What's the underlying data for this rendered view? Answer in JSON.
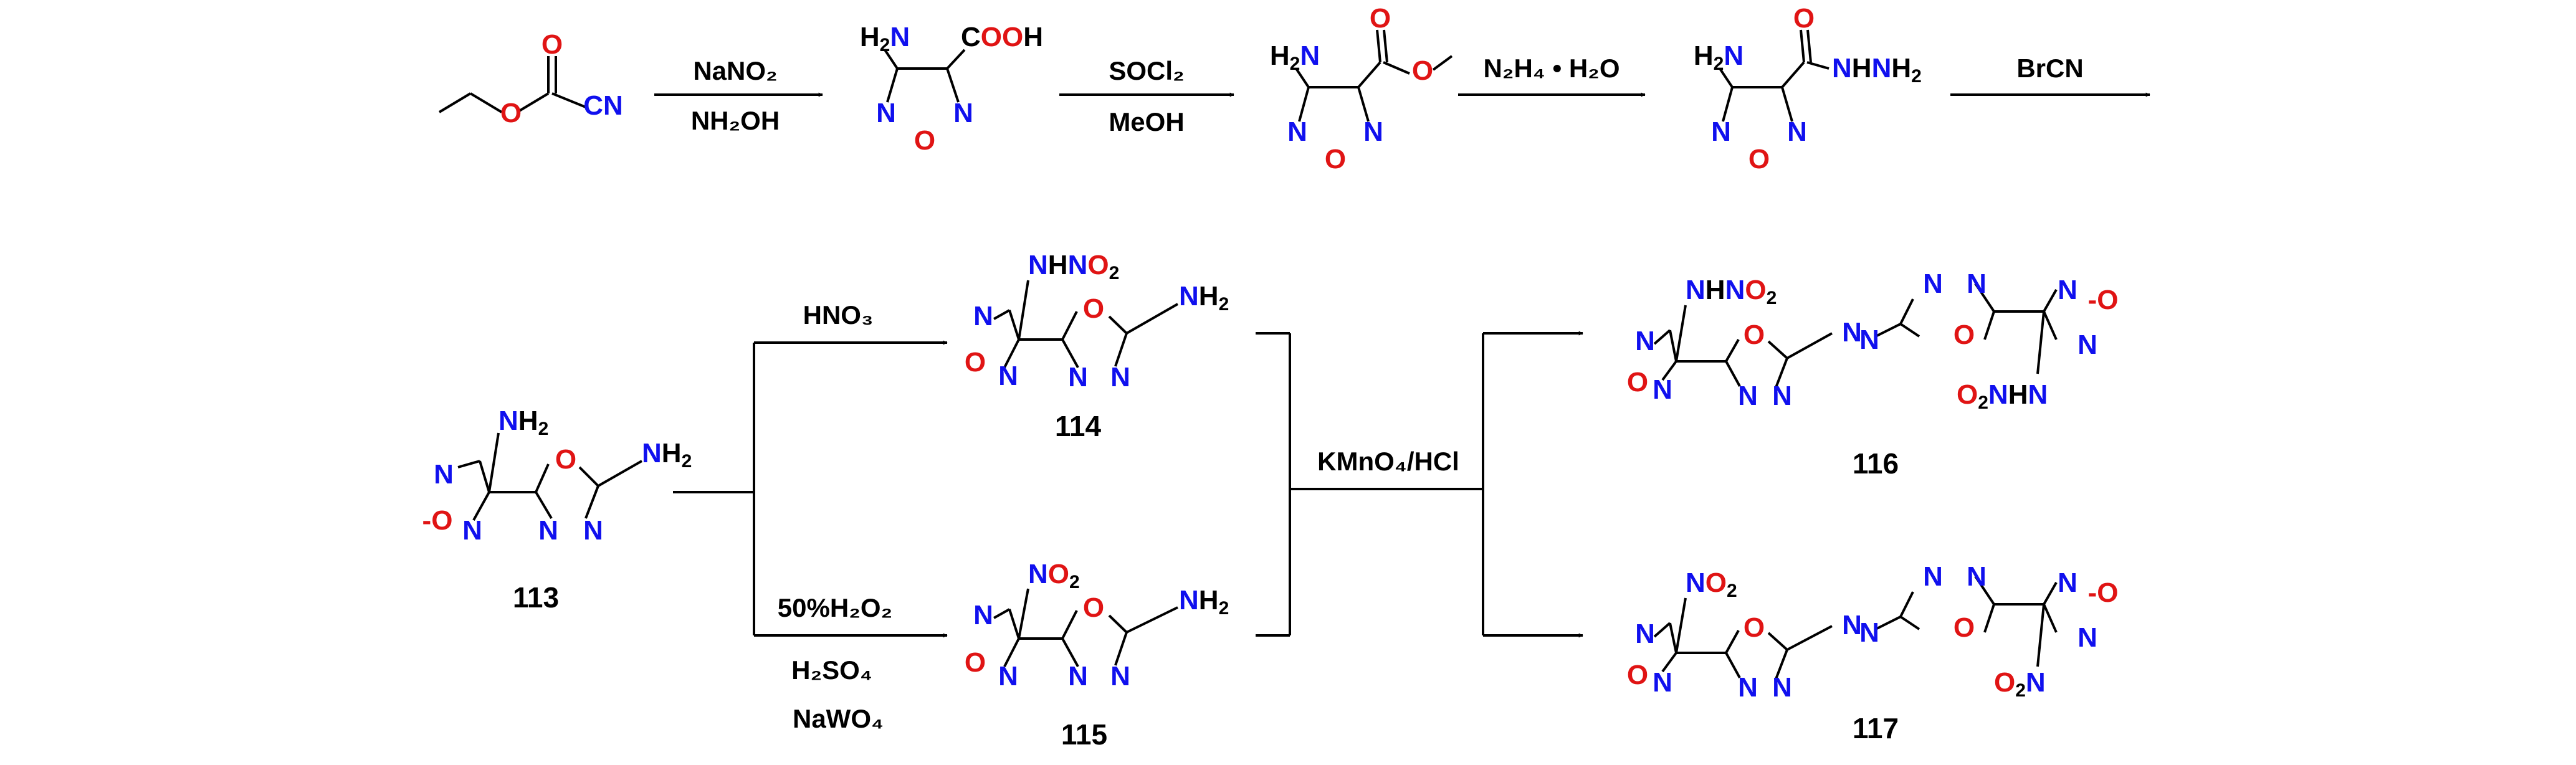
{
  "colors": {
    "bond": "#000000",
    "N": "#1010ee",
    "O": "#e01414",
    "H": "#000000"
  },
  "reagents": {
    "s1_top": "NaNO₂",
    "s1_bottom": "NH₂OH",
    "s2_top": "SOCl₂",
    "s2_bottom": "MeOH",
    "s3_top": "N₂H₄ • H₂O",
    "s4_top": "BrCN",
    "r114": "HNO₃",
    "r115_1": "50%H₂O₂",
    "r115_2": "H₂SO₄",
    "r115_3": "NaWO₄",
    "r_ox": "KMnO₄/HCl"
  },
  "labels": {
    "c113": "113",
    "c114": "114",
    "c115": "115",
    "c116": "116",
    "c117": "117"
  }
}
